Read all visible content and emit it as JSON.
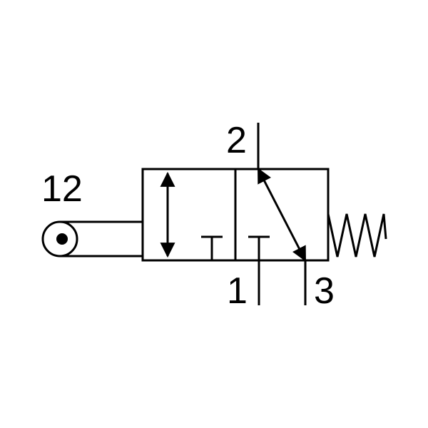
{
  "diagram": {
    "type": "pneumatic-valve-symbol",
    "description_visible": false,
    "ports": {
      "pilot": "12",
      "outlet": "2",
      "supply": "1",
      "exhaust": "3"
    },
    "actuator": "roller-lever",
    "return": "spring",
    "line_color": "#000000",
    "background_color": "#ffffff"
  }
}
